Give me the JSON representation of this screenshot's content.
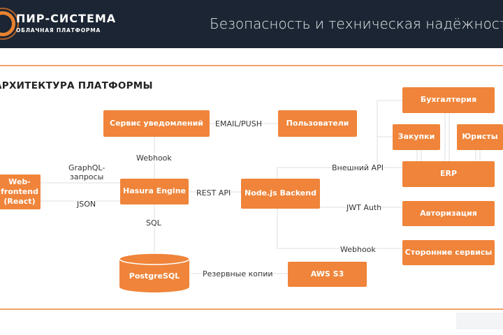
{
  "header": {
    "logo_name": "ПИР-СИСТЕМА",
    "logo_sub": "ОБЛАЧНАЯ ПЛАТФОРМА",
    "title": "Безопасность и техническая надёжность"
  },
  "section_title": "АРХИТЕКТУРА ПЛАТФОРМЫ",
  "nodes": {
    "notifications": "Сервис уведомлений",
    "users": "Пользователи",
    "accounting": "Бухгалтерия",
    "purchasing": "Закупки",
    "lawyers": "Юристы",
    "erp": "ERP",
    "auth": "Авторизация",
    "third_party": "Сторонние сервисы",
    "frontend": "Web-frontend (React)",
    "hasura": "Hasura Engine",
    "backend": "Node.js Backend",
    "s3": "AWS S3",
    "postgres": "PostgreSQL"
  },
  "edges": {
    "email_push": "EMAIL/PUSH",
    "webhook_notify": "Webhook",
    "graphql": "GraphQL-\nзапросы",
    "json": "JSON",
    "rest": "REST API",
    "sql": "SQL",
    "backup": "Резервные копии",
    "external_api": "Внешний API",
    "jwt": "JWT Auth",
    "webhook_third": "Webhook"
  },
  "colors": {
    "accent": "#ef843a",
    "header_bg": "#1b2533",
    "line": "#e3e5e8"
  }
}
